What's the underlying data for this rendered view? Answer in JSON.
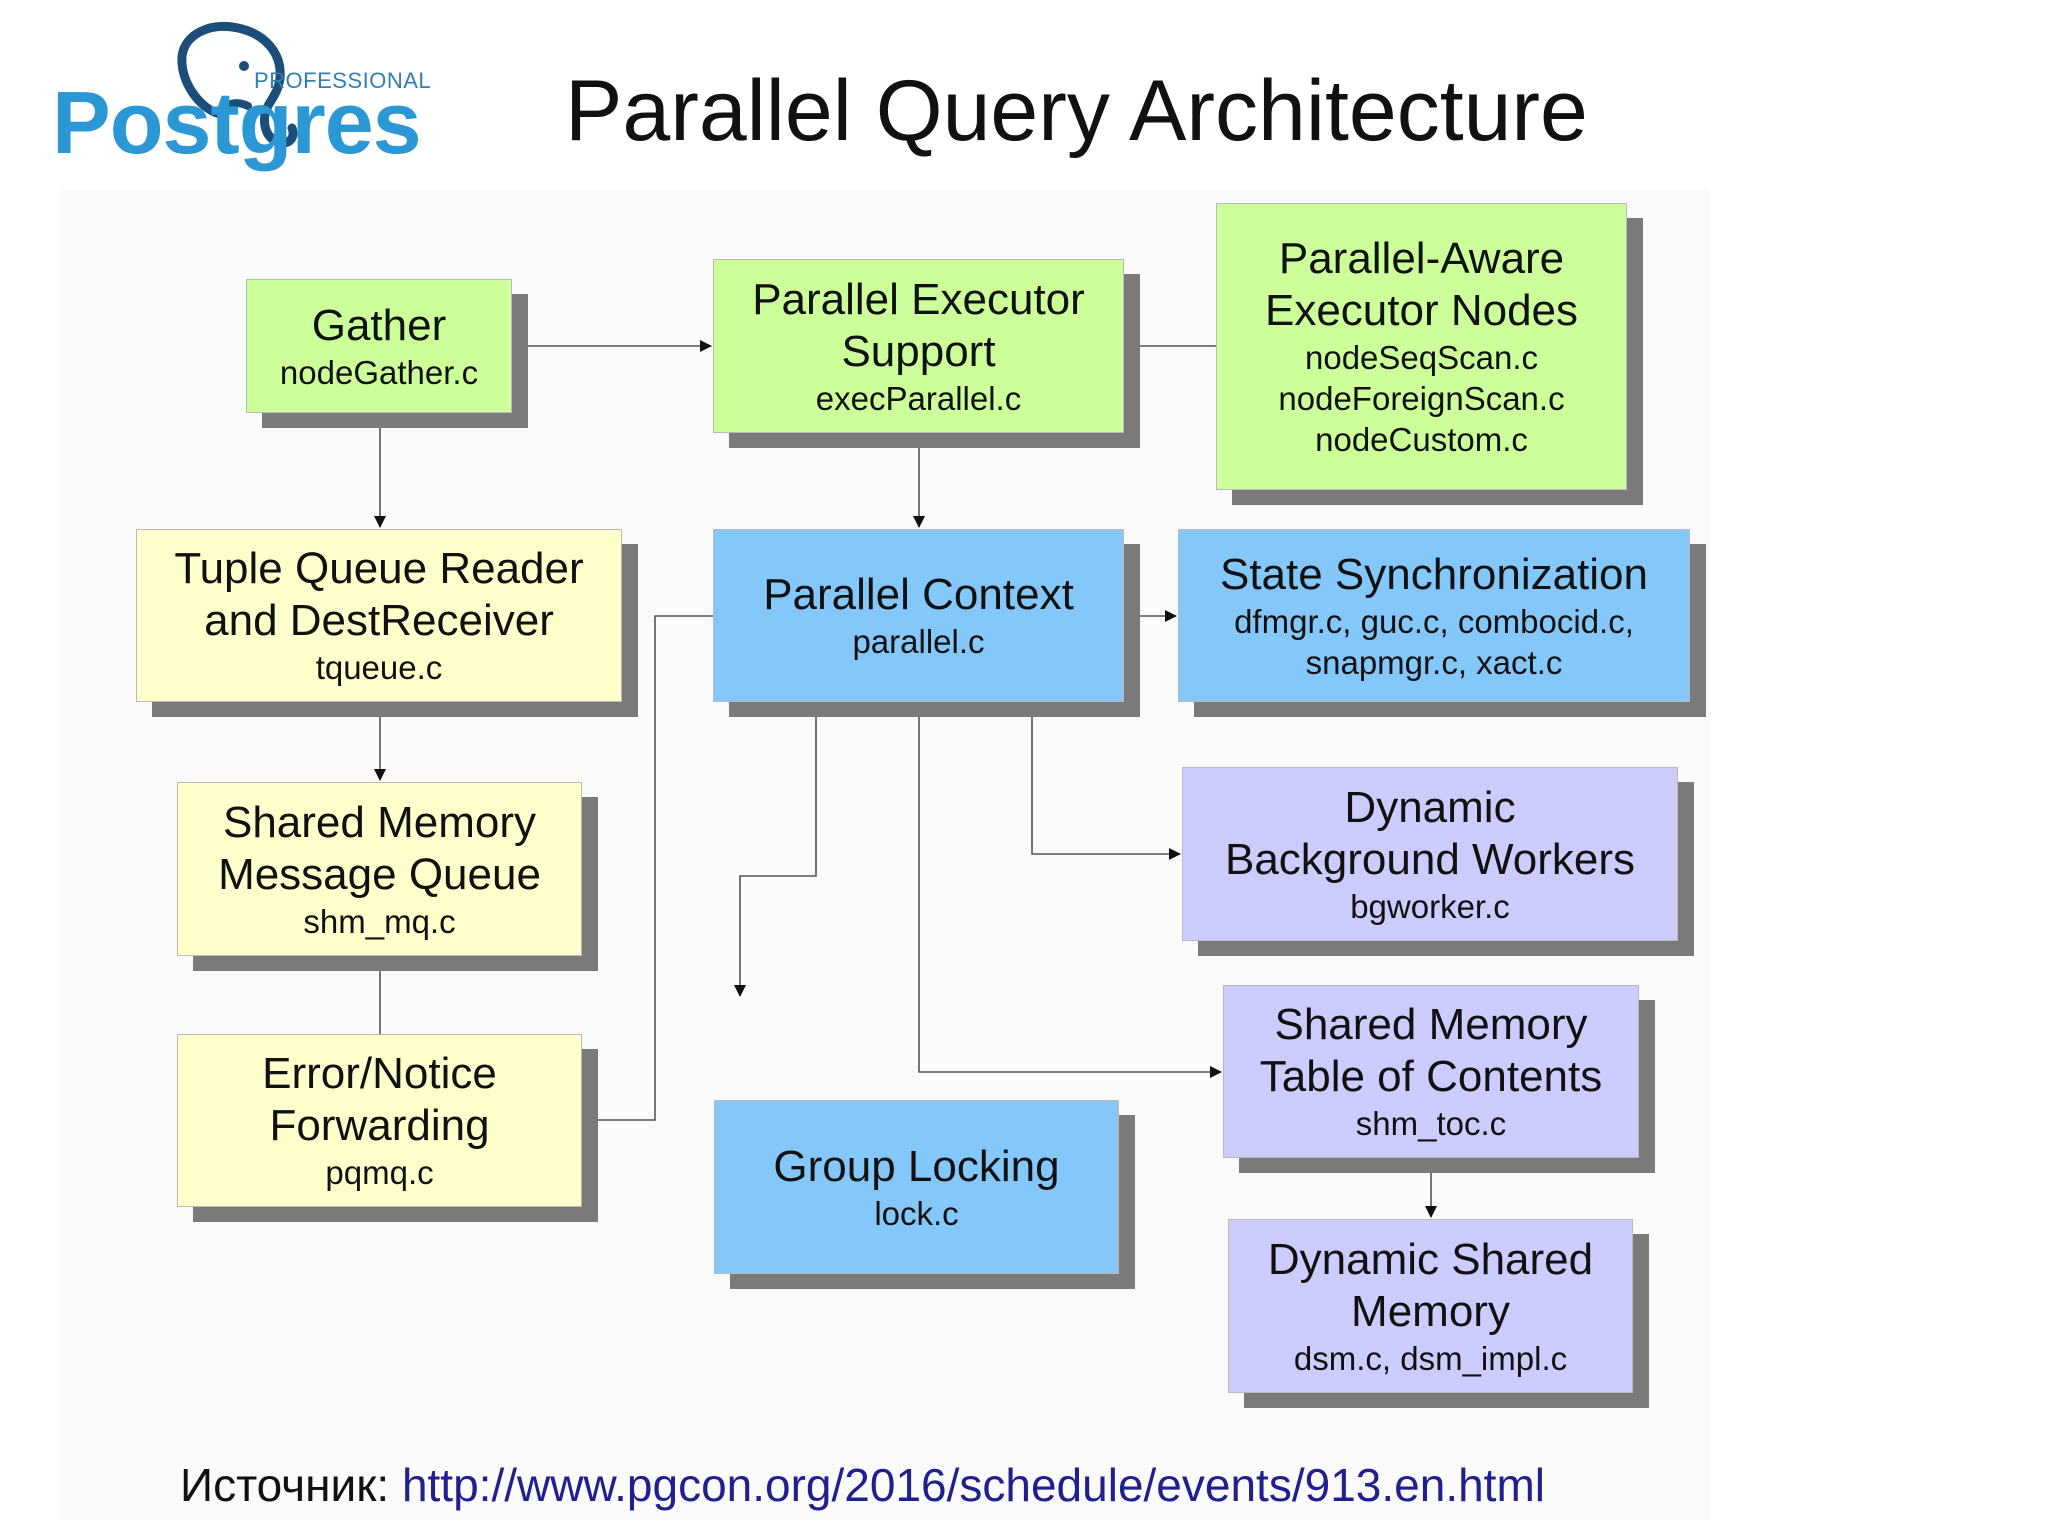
{
  "logo": {
    "professional": "PROFESSIONAL",
    "wordmark": "Postgres",
    "icon": "elephant-head-icon"
  },
  "title": "Parallel Query Architecture",
  "nodes": {
    "gather": {
      "title": "Gather",
      "files": "nodeGather.c",
      "color": "#ccff99"
    },
    "exec_support": {
      "title1": "Parallel Executor",
      "title2": "Support",
      "files": "execParallel.c",
      "color": "#ccff99"
    },
    "aware_nodes": {
      "title1": "Parallel-Aware",
      "title2": "Executor Nodes",
      "file1": "nodeSeqScan.c",
      "file2": "nodeForeignScan.c",
      "file3": "nodeCustom.c",
      "color": "#ccff99"
    },
    "tuple_queue": {
      "title1": "Tuple Queue Reader",
      "title2": "and DestReceiver",
      "files": "tqueue.c",
      "color": "#ffffcc"
    },
    "parallel_context": {
      "title": "Parallel Context",
      "files": "parallel.c",
      "color": "#84c8fb"
    },
    "state_sync": {
      "title": "State Synchronization",
      "file1": "dfmgr.c, guc.c, combocid.c,",
      "file2": "snapmgr.c, xact.c",
      "color": "#84c8fb"
    },
    "shm_mq": {
      "title1": "Shared Memory",
      "title2": "Message Queue",
      "files": "shm_mq.c",
      "color": "#ffffcc"
    },
    "bgworkers": {
      "title1": "Dynamic",
      "title2": "Background Workers",
      "files": "bgworker.c",
      "color": "#ccccff"
    },
    "error_forwarding": {
      "title1": "Error/Notice",
      "title2": "Forwarding",
      "files": "pqmq.c",
      "color": "#ffffcc"
    },
    "group_locking": {
      "title": "Group Locking",
      "files": "lock.c",
      "color": "#84c8fb"
    },
    "shm_toc": {
      "title1": "Shared Memory",
      "title2": "Table of Contents",
      "files": "shm_toc.c",
      "color": "#ccccff"
    },
    "dsm": {
      "title1": "Dynamic Shared",
      "title2": "Memory",
      "files": "dsm.c, dsm_impl.c",
      "color": "#ccccff"
    }
  },
  "edges": [
    {
      "from": "Gather",
      "to": "Parallel Executor Support"
    },
    {
      "from": "Parallel-Aware Executor Nodes",
      "to": "Parallel Executor Support"
    },
    {
      "from": "Gather",
      "to": "Tuple Queue Reader and DestReceiver"
    },
    {
      "from": "Parallel Executor Support",
      "to": "Parallel Context"
    },
    {
      "from": "Parallel Context",
      "to": "State Synchronization"
    },
    {
      "from": "Tuple Queue Reader and DestReceiver",
      "to": "Shared Memory Message Queue"
    },
    {
      "from": "Error/Notice Forwarding",
      "to": "Shared Memory Message Queue"
    },
    {
      "from": "Parallel Context",
      "to": "Error/Notice Forwarding"
    },
    {
      "from": "Parallel Context",
      "to": "Group Locking"
    },
    {
      "from": "Parallel Context",
      "to": "Dynamic Background Workers"
    },
    {
      "from": "Parallel Context",
      "to": "Shared Memory Table of Contents"
    },
    {
      "from": "Shared Memory Table of Contents",
      "to": "Dynamic Shared Memory"
    }
  ],
  "source": {
    "label": "Источник:",
    "url": "http://www.pgcon.org/2016/schedule/events/913.en.html"
  }
}
